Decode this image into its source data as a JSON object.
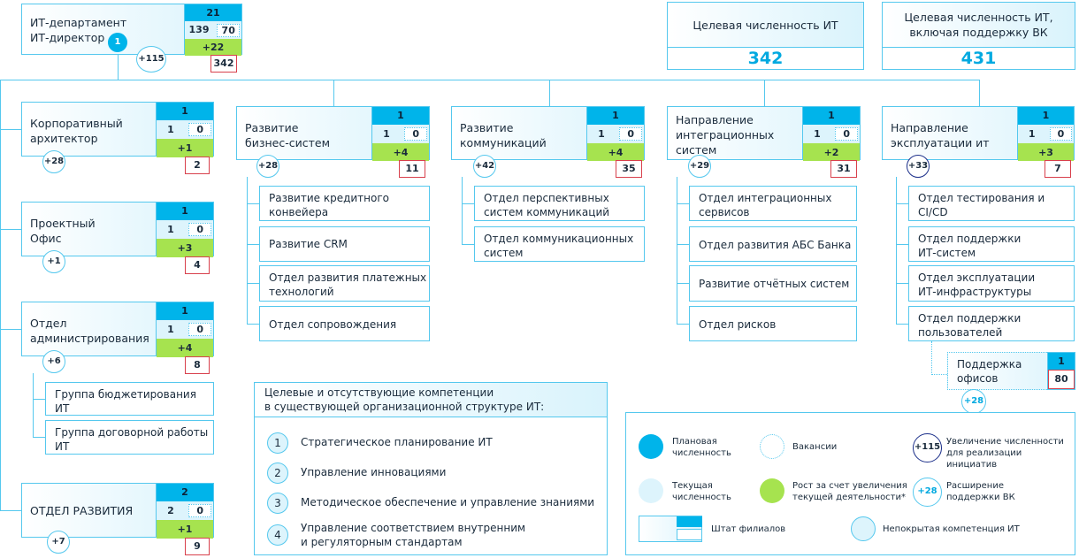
{
  "top": {
    "title": "ИТ-департамент\nИТ-директор",
    "marker": "1",
    "plan": "21",
    "current": "139",
    "vacancies": "70",
    "growth": "+22",
    "total": "342",
    "initiative": "+115"
  },
  "targets": [
    {
      "label": "Целевая численность ИТ",
      "value": "342"
    },
    {
      "label": "Целевая численность ИТ,\nвключая поддержку ВК",
      "value": "431"
    }
  ],
  "left_units": [
    {
      "title": "Корпоративный\nархитектор",
      "plan": "1",
      "current": "1",
      "vacancies": "0",
      "growth": "+1",
      "total": "2",
      "initiative": "+28"
    },
    {
      "title": "Проектный\nОфис",
      "plan": "1",
      "current": "1",
      "vacancies": "0",
      "growth": "+3",
      "total": "4",
      "initiative": "+1"
    },
    {
      "title": "Отдел\nадминистрирования",
      "plan": "1",
      "current": "1",
      "vacancies": "0",
      "growth": "+4",
      "total": "8",
      "initiative": "+6",
      "depts": [
        "Группа бюджетирования\nИТ",
        "Группа договорной работы\nИТ"
      ]
    },
    {
      "title": "ОТДЕЛ РАЗВИТИЯ",
      "plan": "2",
      "current": "2",
      "vacancies": "0",
      "growth": "+1",
      "total": "9",
      "initiative": "+7"
    }
  ],
  "columns": [
    {
      "title": "Развитие\nбизнес-систем",
      "plan": "1",
      "current": "1",
      "vacancies": "0",
      "growth": "+4",
      "total": "11",
      "initiative": "+28",
      "depts": [
        "Развитие кредитного\nконвейера",
        "Развитие CRM",
        "Отдел развития платежных\nтехнологий",
        "Отдел сопровождения"
      ]
    },
    {
      "title": "Развитие\nкоммуникаций",
      "plan": "1",
      "current": "1",
      "vacancies": "0",
      "growth": "+4",
      "total": "35",
      "initiative": "+42",
      "depts": [
        "Отдел перспективных\nсистем коммуникаций",
        "Отдел коммуникационных\nсистем"
      ]
    },
    {
      "title": "Направление\nинтеграционных\nсистем",
      "plan": "1",
      "current": "1",
      "vacancies": "0",
      "growth": "+2",
      "total": "31",
      "initiative": "+29",
      "depts": [
        "Отдел интеграционных\nсервисов",
        "Отдел развития АБС Банка",
        "Развитие отчётных систем",
        "Отдел рисков"
      ]
    },
    {
      "title": "Направление\nэксплуатации  ит",
      "plan": "1",
      "current": "1",
      "vacancies": "0",
      "growth": "+3",
      "total": "7",
      "initiative": "+33",
      "depts": [
        "Отдел тестирования и\nCI/CD",
        "Отдел поддержки\nИТ-систем",
        "Отдел эксплуатации\nИТ-инфраструктуры",
        "Отдел поддержки\nпользователей"
      ]
    }
  ],
  "office_support": {
    "title": "Поддержка\nофисов",
    "plan": "1",
    "total": "80",
    "expansion": "+28"
  },
  "competencies": {
    "title": "Целевые и отсутствующие компетенции\nв существующей организационной структуре ИТ:",
    "items": [
      {
        "num": "1",
        "text": "Стратегическое планирование ИТ"
      },
      {
        "num": "2",
        "text": "Управление инновациями"
      },
      {
        "num": "3",
        "text": "Методическое обеспечение и управление знаниями"
      },
      {
        "num": "4",
        "text": "Управление соответствием внутренним\nи регуляторным стандартам"
      }
    ]
  },
  "legend": {
    "planned": "Плановая\nчисленность",
    "vacancies": "Вакансии",
    "initiative_badge": "+115",
    "initiative": "Увеличение численности\nдля реализации инициатив",
    "current": "Текущая\nчисленность",
    "growth": "Рост за счет увеличения\nтекущей деятельности*",
    "expansion_badge": "+28",
    "expansion": "Расширение\nподдержки ВК",
    "branch": "Штат филиалов",
    "uncovered": "Непокрытая компетенция ИТ"
  },
  "colors": {
    "planned": "#00b4ea",
    "current": "#ddf4fc",
    "growth": "#a6e34f",
    "border": "#55c8ee",
    "total_border": "#d8404c",
    "navy": "#1b2f8a"
  }
}
